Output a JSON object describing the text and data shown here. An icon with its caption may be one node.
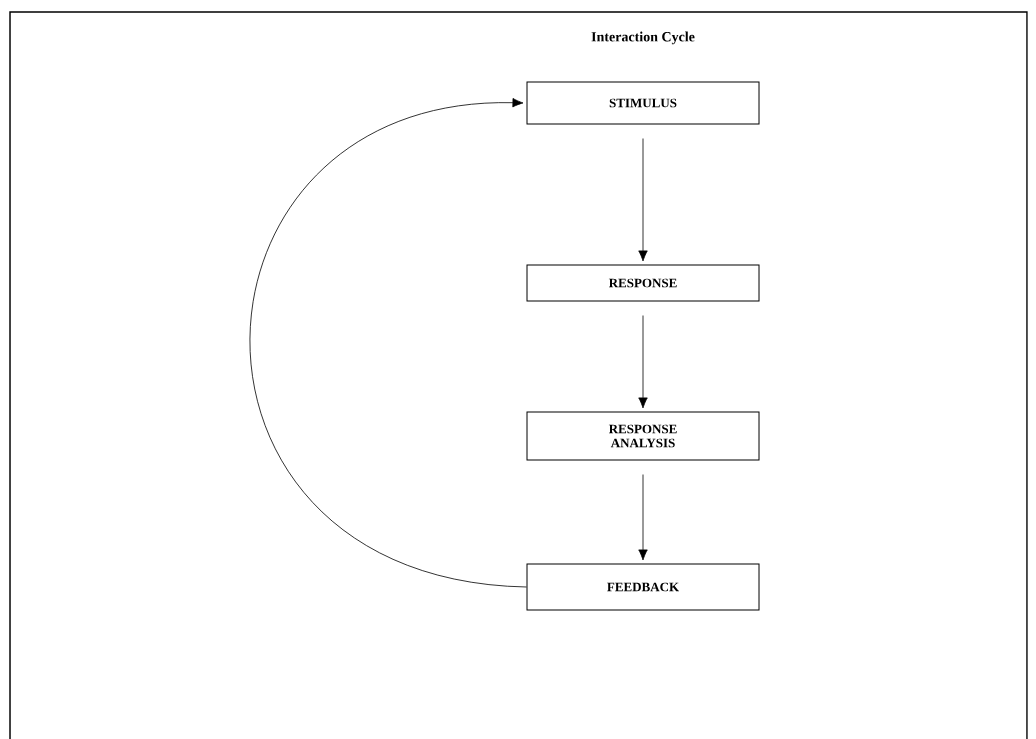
{
  "diagram": {
    "title": "Interaction Cycle",
    "nodes": [
      {
        "text": [
          "STIMULUS"
        ]
      },
      {
        "text": [
          "RESPONSE"
        ]
      },
      {
        "text": [
          "RESPONSE ANALYSIS"
        ]
      },
      {
        "text": [
          "FEEDBACK"
        ]
      }
    ],
    "edges": [
      {
        "from": 0,
        "to": 1,
        "arrow": "to"
      },
      {
        "from": 1,
        "to": 2,
        "arrow": "to"
      },
      {
        "from": 2,
        "to": 3,
        "arrow": "to"
      },
      {
        "from": 3,
        "to": 0,
        "arrow": "to"
      }
    ]
  }
}
